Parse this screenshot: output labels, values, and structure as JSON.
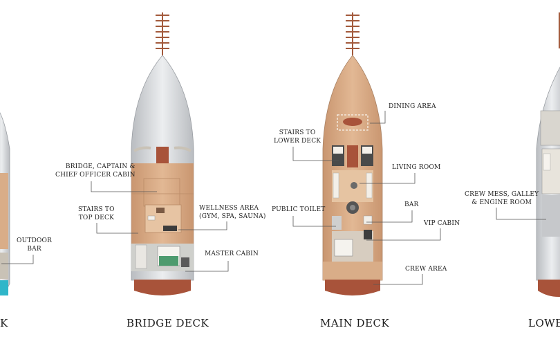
{
  "decks": {
    "top": {
      "title_fragment": "K",
      "labels": {
        "outdoor_bar": "OUTDOOR\nBAR"
      }
    },
    "bridge": {
      "title": "BRIDGE DECK",
      "labels": {
        "bridge_cabin": "BRIDGE, CAPTAIN &\nCHIEF OFFICER CABIN",
        "stairs_top": "STAIRS TO\nTOP DECK",
        "wellness": "WELLNESS AREA\n(GYM, SPA, SAUNA)",
        "master_cabin": "MASTER CABIN"
      }
    },
    "main": {
      "title": "MAIN DECK",
      "labels": {
        "dining": "DINING AREA",
        "stairs_lower": "STAIRS TO\nLOWER DECK",
        "living": "LIVING ROOM",
        "public_toilet": "PUBLIC TOILET",
        "bar": "BAR",
        "vip_cabin": "VIP CABIN",
        "crew_area": "CREW AREA"
      }
    },
    "lower": {
      "title_fragment": "LOWE",
      "labels": {
        "crew_mess": "CREW MESS, GALLEY\n& ENGINE ROOM"
      }
    }
  },
  "colors": {
    "hull_grey": "#d6d8db",
    "deck_wood": "#d9ad88",
    "stern_brown": "#a8533a",
    "mast": "#a35a3c",
    "pool": "#2fb6c9"
  }
}
